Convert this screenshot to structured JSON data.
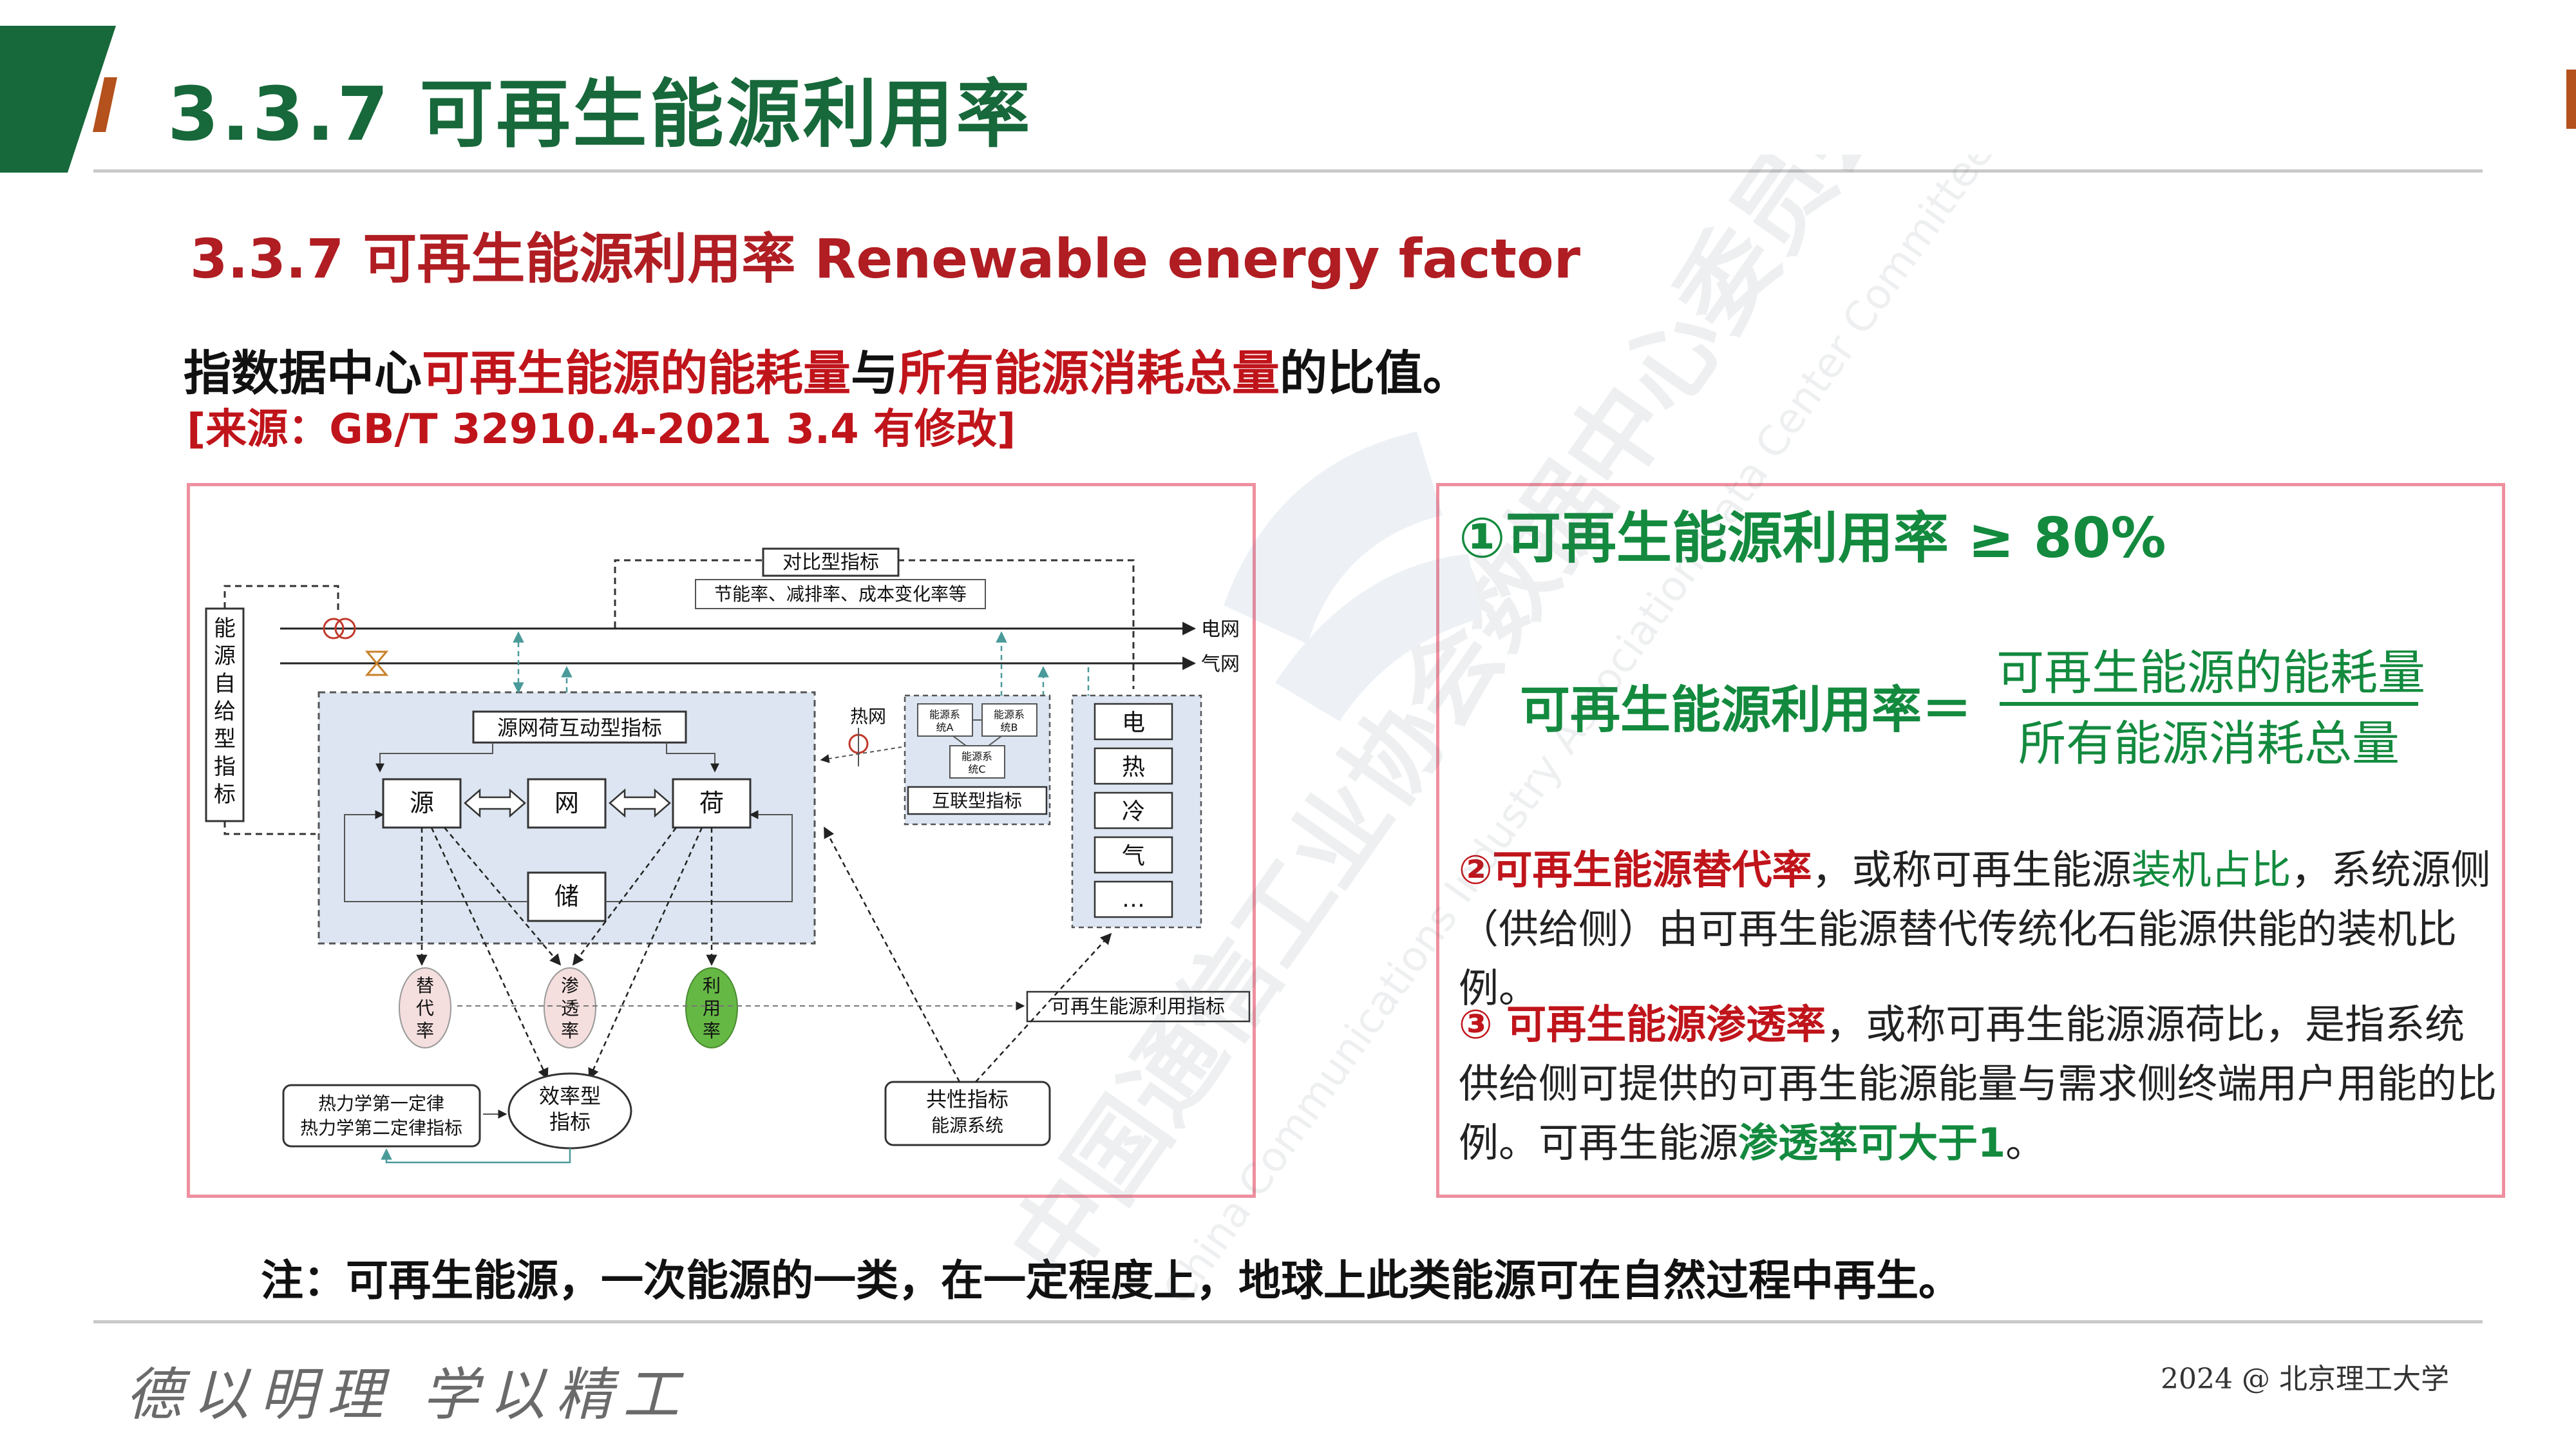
{
  "header": {
    "title": "3.3.7  可再生能源利用率",
    "colors": {
      "accent_green": "#17683a",
      "accent_red": "#b01d22",
      "accent_orange": "#b4511c"
    }
  },
  "subtitle": "3.3.7  可再生能源利用率  Renewable energy factor",
  "definition": {
    "part1": "指数据中心",
    "part2": "可再生能源的能耗量",
    "part3": "与",
    "part4": "所有能源消耗总量",
    "part5": "的比值。"
  },
  "source": "[来源：GB/T 32910.4-2021 3.4 有修改]",
  "diagram": {
    "comparative_label": "对比型指标",
    "comparative_sub": "节能率、减排率、成本变化率等",
    "self_sufficient": [
      "能",
      "源",
      "自",
      "给",
      "型",
      "指",
      "标"
    ],
    "grid_power": "电网",
    "grid_gas": "气网",
    "heat_net": "热网",
    "interaction_label": "源网荷互动型指标",
    "node_source": "源",
    "node_grid": "网",
    "node_load": "荷",
    "node_storage": "储",
    "subsystem_a": [
      "能源系",
      "统A"
    ],
    "subsystem_b": [
      "能源系",
      "统B"
    ],
    "subsystem_c": [
      "能源系",
      "统C"
    ],
    "interconnect_label": "互联型指标",
    "forms": [
      "电",
      "热",
      "冷",
      "气",
      "…"
    ],
    "ellipse_substitution": [
      "替",
      "代",
      "率"
    ],
    "ellipse_penetration": [
      "渗",
      "透",
      "率"
    ],
    "ellipse_utilization": [
      "利",
      "用",
      "率"
    ],
    "renewable_indicator": "可再生能源利用指标",
    "thermo_line1": "热力学第一定律",
    "thermo_line2": "热力学第二定律指标",
    "efficiency": [
      "效率型",
      "指标"
    ],
    "common_line1": "共性指标",
    "common_line2": "能源系统"
  },
  "right_panel": {
    "title": "①可再生能源利用率 ≥ 80%",
    "formula_left": "可再生能源利用率＝",
    "formula_num": "可再生能源的能耗量",
    "formula_den": "所有能源消耗总量",
    "p2": {
      "head": "②可再生能源替代率",
      "t1": "，或称可再生能源",
      "hl": "装机占比",
      "t2": "，系统源侧（供给侧）由可再生能源替代传统化石能源供能的装机比例。"
    },
    "p3": {
      "head": "③ 可再生能源渗透率",
      "t1": "，或称可再生能源源荷比，是指系统供给侧可提供的可再生能源能量与需求侧终端用户用能的比例。可再生能源",
      "hl": "渗透率可大于1",
      "t2": "。"
    }
  },
  "note": "注：可再生能源，一次能源的一类，在一定程度上，地球上此类能源可在自然过程中再生。",
  "footer": {
    "motto": "德以明理  学以精工",
    "right": "2024 @ 北京理工大学"
  },
  "watermark": {
    "cn": "中国通信工业协会数据中心委员会",
    "en": "China Communications Industry Association Data Center Committee"
  }
}
